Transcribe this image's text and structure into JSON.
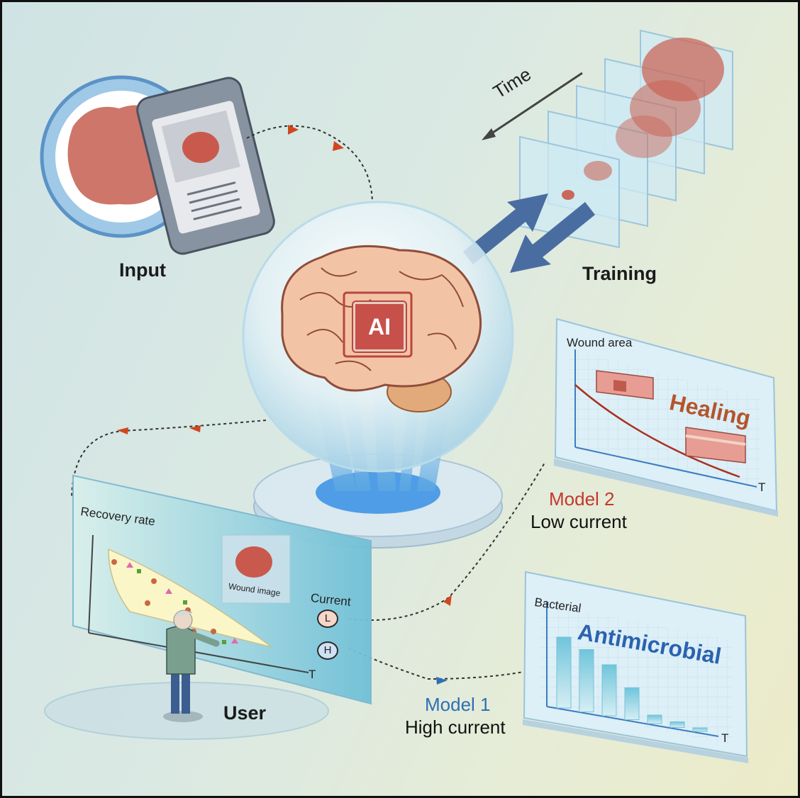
{
  "labels": {
    "input": "Input",
    "training": "Training",
    "time": "Time",
    "user": "User",
    "ai": "AI"
  },
  "user_panel": {
    "y_axis": "Recovery rate",
    "x_axis": "T",
    "thumbnail_caption": "Wound image",
    "current_label": "Current",
    "low_button": "L",
    "high_button": "H"
  },
  "healing_panel": {
    "y_axis": "Wound area",
    "x_axis": "T",
    "title": "Healing"
  },
  "antimicrobial_panel": {
    "y_axis": "Bacterial",
    "x_axis": "T",
    "title": "Antimicrobial",
    "bar_values": [
      1.0,
      0.88,
      0.72,
      0.45,
      0.12,
      0.08,
      0.05
    ]
  },
  "models": {
    "model2_name": "Model 2",
    "model2_desc": "Low current",
    "model1_name": "Model 1",
    "model1_desc": "High current"
  },
  "colors": {
    "model2": "#c4382c",
    "model1": "#2f6fb5",
    "healing": "#b4552c",
    "antimicrobial": "#2b62b0",
    "wound": "#c9675a",
    "arrow": "#d0471e",
    "training_arrow": "#4a6da1"
  }
}
